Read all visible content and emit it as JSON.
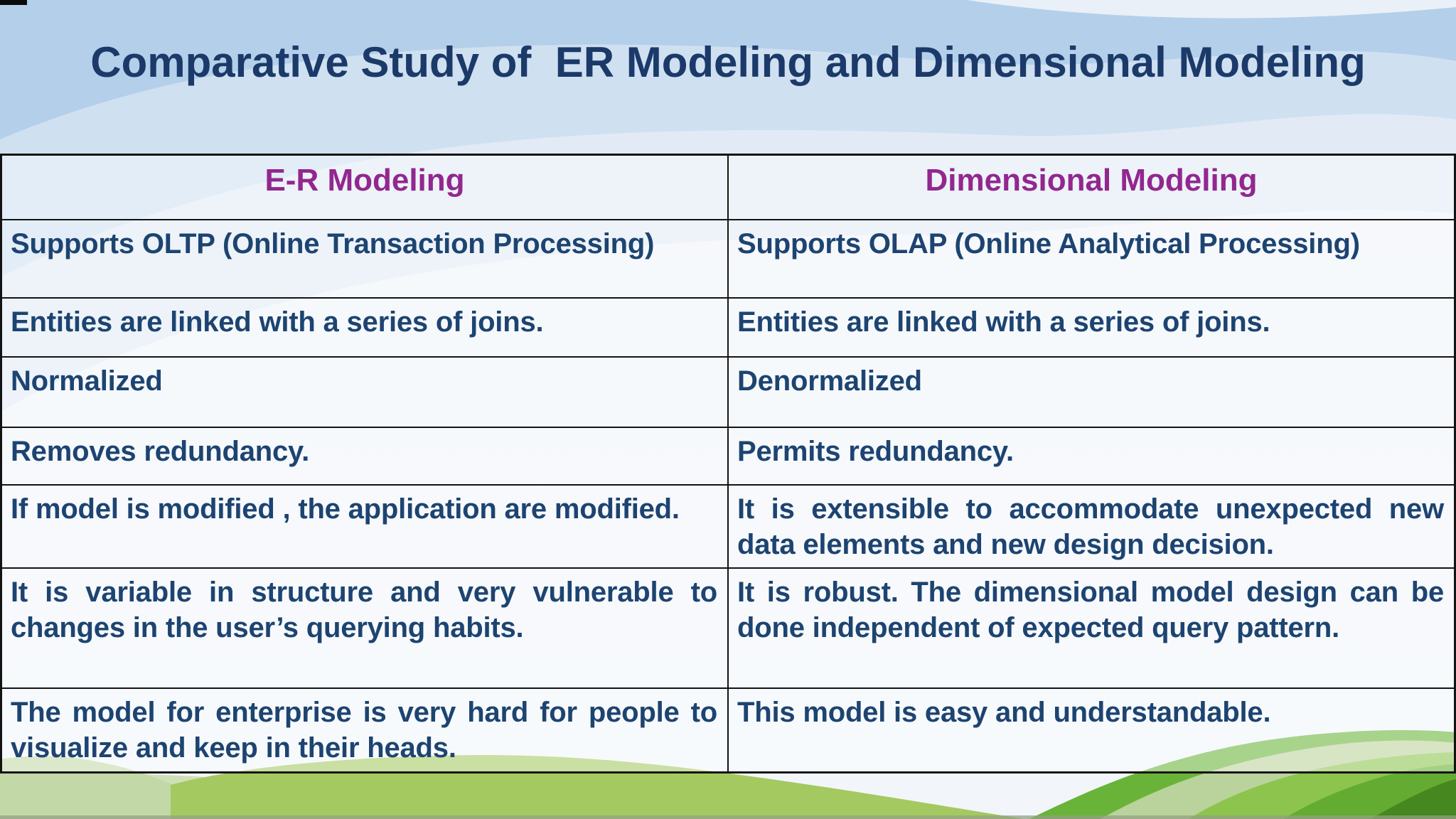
{
  "slide": {
    "title": "Comparative Study of  ER Modeling and Dimensional Modeling",
    "title_color": "#1b3a69"
  },
  "table": {
    "header": {
      "columns": [
        "E-R Modeling",
        "Dimensional Modeling"
      ],
      "text_color": "#92278f"
    },
    "body_text_color": "#1d4471",
    "border_color": "#131313",
    "rows": [
      {
        "er": "Supports OLTP (Online Transaction Processing)",
        "dim": "Supports OLAP (Online Analytical Processing)"
      },
      {
        "er": "Entities are linked with a series of joins.",
        "dim": "Entities are linked with a series of joins."
      },
      {
        "er": "Normalized",
        "dim": "Denormalized"
      },
      {
        "er": "Removes redundancy.",
        "dim": "Permits redundancy."
      },
      {
        "er": "If model is modified , the application are modified.",
        "dim": "It is extensible to accommodate unexpected new data elements and new design decision."
      },
      {
        "er": "It is variable in structure and very vulnerable to changes in the user’s querying habits.",
        "dim": "It is robust. The dimensional model design can be done independent of expected query pattern."
      },
      {
        "er": "The model for enterprise is very hard for people to visualize and keep in their heads.",
        "dim": "This model is easy and understandable."
      }
    ]
  },
  "background": {
    "sky_band_blue": "#b4cfe9",
    "sky_band_light_blue": "#cfe0f1",
    "sky_band_pale": "#e1eaf5",
    "base": "#f1f5fa",
    "hill_yellow_green": "#a4c960",
    "hill_pale_sage": "#c2d8a6",
    "hill_bright_green": "#69b438",
    "hill_sage_arc": "#bad29c",
    "hill_mid_green": "#63ac31",
    "hill_dark_green": "#47871f"
  }
}
